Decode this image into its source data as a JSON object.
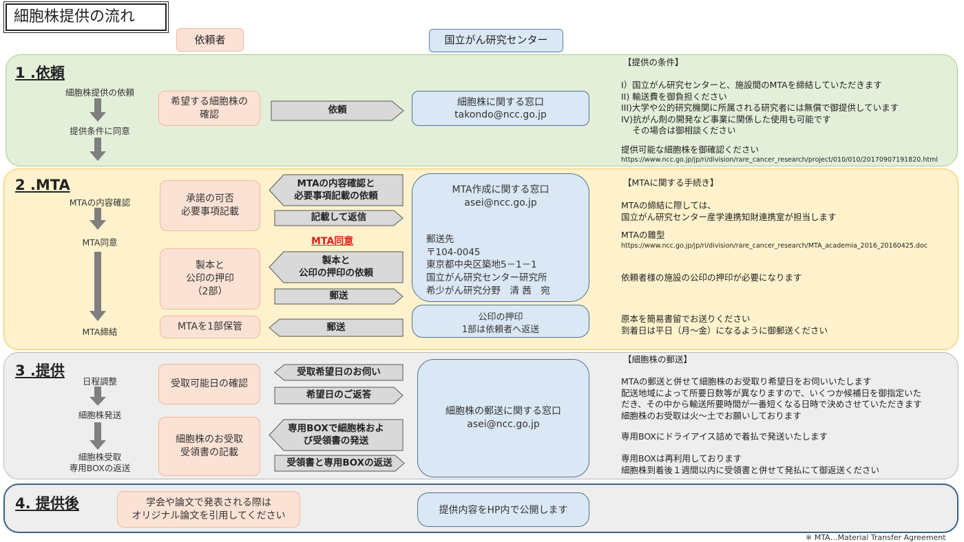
{
  "title": "細胞株提供の流れ",
  "header": {
    "requester": "依頼者",
    "ncc": "国立がん研究センター"
  },
  "s1": {
    "title": "1 .依頼",
    "steps": [
      "細胞株提供の依頼",
      "提供条件に同意"
    ],
    "req_box": "希望する細胞株の\n確認",
    "arrow": "依頼",
    "ncc_box_title": "細胞株に関する窓口",
    "ncc_box_email": "takondo@ncc.go.jp",
    "note_title": "【提供の条件】",
    "note_lines": "I）国立がん研究センターと、施設間のMTAを締結していただきます\nII) 輸送費を御負担ください\nIII)大学や公的研究機関に所属される研究者には無償で御提供しています\nIV)抗がん剤の開発など事業に関係した使用も可能です\n　 その場合は御相談ください",
    "note_check": "提供可能な細胞株を御確認ください",
    "note_url": "https://www.ncc.go.jp/jp/ri/division/rare_cancer_research/project/010/010/20170907191820.html"
  },
  "s2": {
    "title": "2 .MTA",
    "steps": [
      "MTAの内容確認",
      "MTA同意",
      "MTA締結"
    ],
    "req_box1": "承諾の可否\n必要事項記載",
    "req_box2": "製本と\n公印の押印\n（2部）",
    "req_box3": "MTAを1部保管",
    "arrow1": "MTAの内容確認と\n必要事項記載の依頼",
    "arrow2": "記載して返信",
    "agree": "MTA同意",
    "arrow3": "製本と\n公印の押印の依頼",
    "arrow4": "郵送",
    "arrow5": "郵送",
    "ncc_box_title": "MTA作成に関する窓口",
    "ncc_box_email": "asei@ncc.go.jp",
    "ncc_address": "郵送先\n〒104-0045\n東京都中央区築地5－1－1\n国立がん研究センター研究所\n希少がん研究分野　清 茜　宛",
    "ncc_box2": "公印の押印\n1部は依頼者へ返送",
    "note_title": "【MTAに関する手続き】",
    "note1": "MTAの締結に際しては、\n国立がん研究センター産学連携知財連携室が担当します",
    "note2_title": "MTAの雛型",
    "note2_url": "https://www.ncc.go.jp/jp/ri/division/rare_cancer_research/MTA_academia_2016_20160425.doc",
    "note3": "依頼者様の施設の公印の押印が必要になります",
    "note4": "原本を簡易書留でお送りください\n到着日は平日（月～金）になるように御郵送ください"
  },
  "s3": {
    "title": "3 .提供",
    "steps": [
      "日程調整",
      "細胞株発送",
      "細胞株受取\n専用BOXの返送"
    ],
    "req_box1": "受取可能日の確認",
    "req_box2": "細胞株のお受取\n受領書の記載",
    "arrow1": "受取希望日のお伺い",
    "arrow2": "希望日のご返答",
    "arrow3": "専用BOXで細胞株およ\nび受領書の発送",
    "arrow4": "受領書と専用BOXの返送",
    "ncc_box_title": "細胞株の郵送に関する窓口",
    "ncc_box_email": "asei@ncc.go.jp",
    "note_title": "【細胞株の郵送】",
    "note1": "MTAの郵送と併せて細胞株のお受取り希望日をお伺いいたします\n配送地域によって所要日数等が異なりますので、いくつか候補日を御指定いた\nだき、その中から輸送所要時間が一番短くなる日時で決めさせていただきます\n細胞株のお受取は火～土でお願いしております",
    "note2": "専用BOXにドライアイス詰めで着払で発送いたします",
    "note3": "専用BOXは再利用しております\n細胞株到着後１週間以内に受領書と併せて発払にて御返送ください"
  },
  "s4": {
    "title": "4. 提供後",
    "req_box": "学会や論文で発表される際は\nオリジナル論文を引用してください",
    "ncc_box": "提供内容をHP内で公開します"
  },
  "footnote": "※ MTA…Material Transfer Agreement",
  "colors": {
    "agree_red": "#e0201c",
    "arrow_fill": "#d9d9d9",
    "down_arrow": "#7f7f7f"
  }
}
